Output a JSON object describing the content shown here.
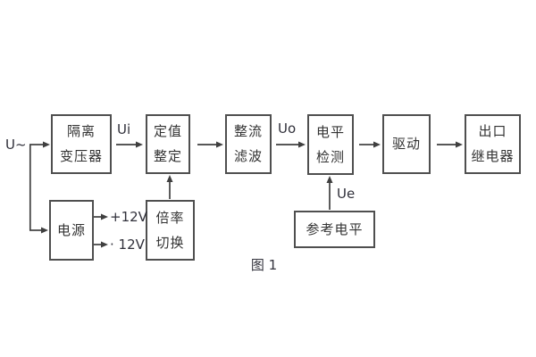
{
  "diagram": {
    "caption": "图 1",
    "colors": {
      "background": "#ffffff",
      "box_border": "#4f4f4f",
      "line": "#3f3f3f",
      "text": "#333333"
    },
    "blocks": {
      "isolation_transformer": {
        "line1": "隔离",
        "line2": "变压器"
      },
      "setting_adjust": {
        "line1": "定值",
        "line2": "整定"
      },
      "rectifier_filter": {
        "line1": "整流",
        "line2": "滤波"
      },
      "level_detect": {
        "line1": "电平",
        "line2": "检测"
      },
      "drive": {
        "line1": "驱动"
      },
      "output_relay": {
        "line1": "出口",
        "line2": "继电器"
      },
      "power_supply": {
        "line1": "电源"
      },
      "ratio_switch": {
        "line1": "倍率",
        "line2": "切换"
      },
      "reference_level": {
        "line1": "参考电平"
      }
    },
    "labels": {
      "input": "U~",
      "ui": "Ui",
      "uo": "Uo",
      "ue": "Ue",
      "plus12v": "+12V",
      "minus12v": "· 12V"
    }
  }
}
